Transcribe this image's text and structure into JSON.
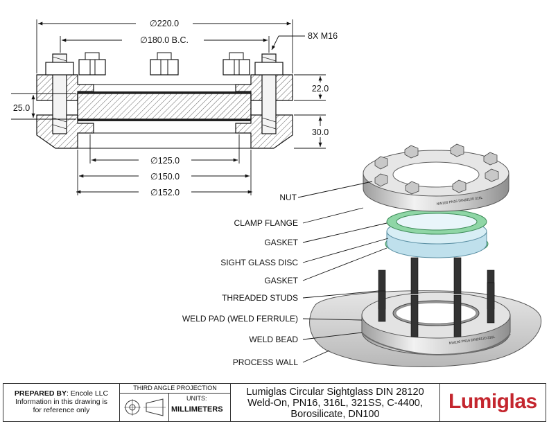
{
  "dimensions": {
    "d220": "∅220.0",
    "d180": "∅180.0 B.C.",
    "bolts": "8X M16",
    "h22": "22.0",
    "h25": "25.0",
    "h30": "30.0",
    "d125": "∅125.0",
    "d150": "∅150.0",
    "d152": "∅152.0"
  },
  "callouts": [
    "NUT",
    "CLAMP FLANGE",
    "GASKET",
    "SIGHT GLASS DISC",
    "GASKET",
    "THREADED STUDS",
    "WELD PAD (WELD FERRULE)",
    "WELD BEAD",
    "PROCESS WALL"
  ],
  "flange_engraving": {
    "top": "NW100 PN16 DIN28120 316L",
    "bottom": "NW100 PN16 DIN28120 316L"
  },
  "title_block": {
    "prepared_by_label": "PREPARED BY",
    "prepared_by_value": ": Encole LLC",
    "note_line1": "Information in this drawing is",
    "note_line2": "for reference only",
    "projection": "THIRD ANGLE PROJECTION",
    "units_label": "UNITS:",
    "units_value": "MILLIMETERS",
    "title_line1": "Lumiglas Circular Sightglass DIN 28120",
    "title_line2": "Weld-On, PN16, 316L, 321SS, C-4400,",
    "title_line3": "Borosilicate, DN100",
    "logo": "Lumiglas"
  },
  "colors": {
    "logo_red": "#c4262e",
    "gasket_green": "#8fd6a6",
    "glass_blue": "#bfe0ec",
    "steel": "#d7d7d7"
  }
}
